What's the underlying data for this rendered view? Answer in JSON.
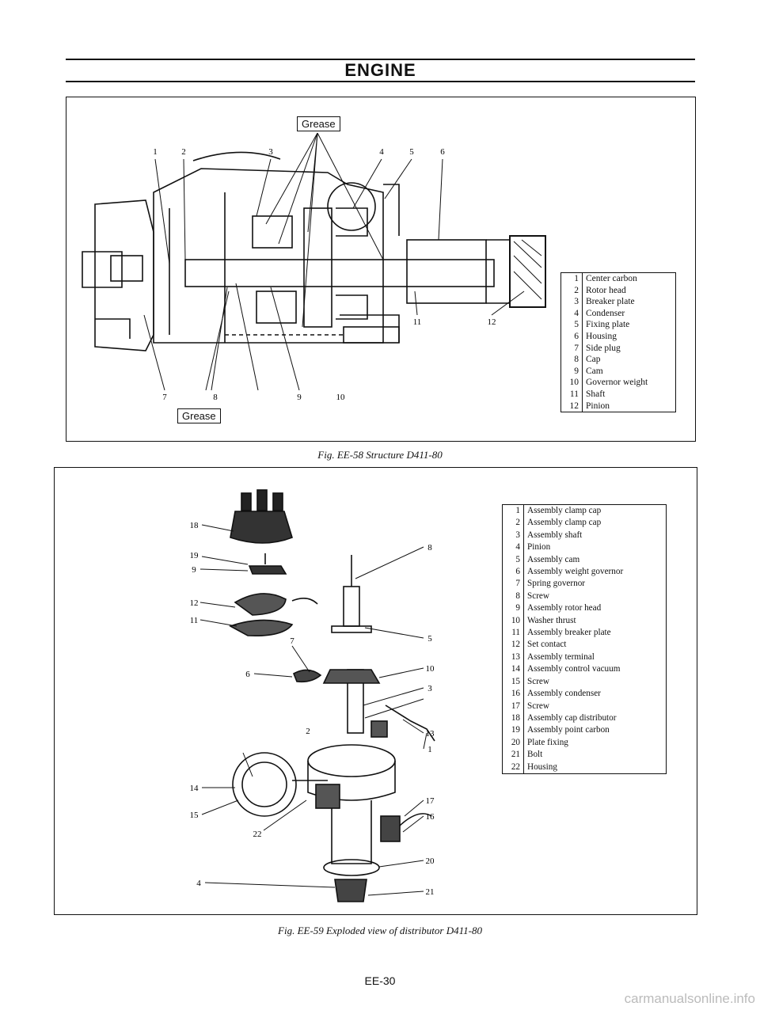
{
  "header": {
    "title": "ENGINE"
  },
  "figure1": {
    "caption": "Fig. EE-58 Structure D411-80",
    "grease_top": "Grease",
    "grease_bottom": "Grease",
    "callouts": [
      "1",
      "2",
      "3",
      "4",
      "5",
      "6",
      "7",
      "8",
      "9",
      "10",
      "11",
      "12"
    ],
    "legend": [
      {
        "num": "1",
        "label": "Center carbon"
      },
      {
        "num": "2",
        "label": "Rotor head"
      },
      {
        "num": "3",
        "label": "Breaker plate"
      },
      {
        "num": "4",
        "label": "Condenser"
      },
      {
        "num": "5",
        "label": "Fixing plate"
      },
      {
        "num": "6",
        "label": "Housing"
      },
      {
        "num": "7",
        "label": "Side plug"
      },
      {
        "num": "8",
        "label": "Cap"
      },
      {
        "num": "9",
        "label": "Cam"
      },
      {
        "num": "10",
        "label": "Governor weight"
      },
      {
        "num": "11",
        "label": "Shaft"
      },
      {
        "num": "12",
        "label": "Pinion"
      }
    ]
  },
  "figure2": {
    "caption": "Fig. EE-59 Exploded view of distributor D411-80",
    "callouts": [
      "18",
      "19",
      "9",
      "12",
      "11",
      "8",
      "5",
      "7",
      "6",
      "10",
      "3",
      "2",
      "13",
      "1",
      "14",
      "15",
      "22",
      "17",
      "16",
      "20",
      "4",
      "21"
    ],
    "legend": [
      {
        "num": "1",
        "label": "Assembly clamp cap"
      },
      {
        "num": "2",
        "label": "Assembly clamp cap"
      },
      {
        "num": "3",
        "label": "Assembly shaft"
      },
      {
        "num": "4",
        "label": "Pinion"
      },
      {
        "num": "5",
        "label": "Assembly cam"
      },
      {
        "num": "6",
        "label": "Assembly weight governor"
      },
      {
        "num": "7",
        "label": "Spring governor"
      },
      {
        "num": "8",
        "label": "Screw"
      },
      {
        "num": "9",
        "label": "Assembly rotor head"
      },
      {
        "num": "10",
        "label": "Washer thrust"
      },
      {
        "num": "11",
        "label": "Assembly breaker plate"
      },
      {
        "num": "12",
        "label": "Set contact"
      },
      {
        "num": "13",
        "label": "Assembly terminal"
      },
      {
        "num": "14",
        "label": "Assembly control vacuum"
      },
      {
        "num": "15",
        "label": "Screw"
      },
      {
        "num": "16",
        "label": "Assembly condenser"
      },
      {
        "num": "17",
        "label": "Screw"
      },
      {
        "num": "18",
        "label": "Assembly cap distributor"
      },
      {
        "num": "19",
        "label": "Assembly point carbon"
      },
      {
        "num": "20",
        "label": "Plate fixing"
      },
      {
        "num": "21",
        "label": "Bolt"
      },
      {
        "num": "22",
        "label": "Housing"
      }
    ]
  },
  "footer": {
    "page_number": "EE-30"
  },
  "watermark": "carmanualsonline.info"
}
